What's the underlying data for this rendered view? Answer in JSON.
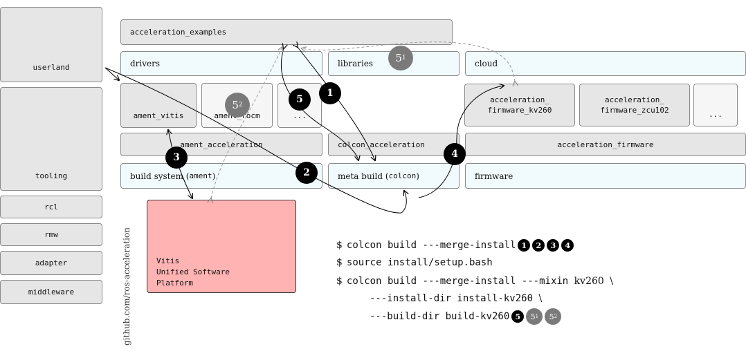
{
  "stack": {
    "userland": "userland",
    "tooling": "tooling",
    "rcl": "rcl",
    "rmw": "rmw",
    "adapter": "adapter",
    "middleware": "middleware"
  },
  "boxes": {
    "acceleration_examples": "acceleration_examples",
    "drivers": "drivers",
    "libraries": "libraries",
    "cloud": "cloud",
    "ament_vitis": "ament_vitis",
    "ament_rocm": "ament_rocm",
    "ellipsis_left": "...",
    "acceleration_firmware_kv260": "acceleration_\nfirmware_kv260",
    "acceleration_firmware_zcu102": "acceleration_\nfirmware_zcu102",
    "ellipsis_right": "...",
    "ament_acceleration": "ament_acceleration",
    "colcon_acceleration": "colcon_acceleration",
    "acceleration_firmware": "acceleration_firmware",
    "build_system_prefix": "build system (",
    "build_system_mono": "ament",
    "build_system_suffix": ")",
    "meta_build_prefix": "meta build (",
    "meta_build_mono": "colcon",
    "meta_build_suffix": ")",
    "firmware": "firmware"
  },
  "vitis": {
    "line1": "Vitis",
    "line2": "Unified Software",
    "line3": "Platform"
  },
  "markers": {
    "m1": "1",
    "m2": "2",
    "m3": "3",
    "m4": "4",
    "m5": "5",
    "m51_base": "5",
    "m51_sub": "1",
    "m52_base": "5",
    "m52_sub": "2"
  },
  "commands": {
    "line1": {
      "dollar": "$",
      "cmd": "colcon",
      "args": "build ---merge-install",
      "badges": [
        "1",
        "2",
        "3",
        "4"
      ]
    },
    "line2": {
      "dollar": "$",
      "cmd": "source",
      "args": "install/setup.bash"
    },
    "line3": {
      "dollar": "$",
      "cmd": "colcon",
      "args": "build ---merge-install ---mixin",
      "mixin": "kv260",
      "cont": "\\"
    },
    "line4": {
      "args": "---install-dir install-kv260",
      "cont": "\\"
    },
    "line5": {
      "args": "---build-dir build-kv260",
      "badge_b": "5",
      "badge_g1_base": "5",
      "badge_g1_sub": "1",
      "badge_g2_base": "5",
      "badge_g2_sub": "2"
    }
  },
  "side_label": "github.com/ros-acceleration"
}
